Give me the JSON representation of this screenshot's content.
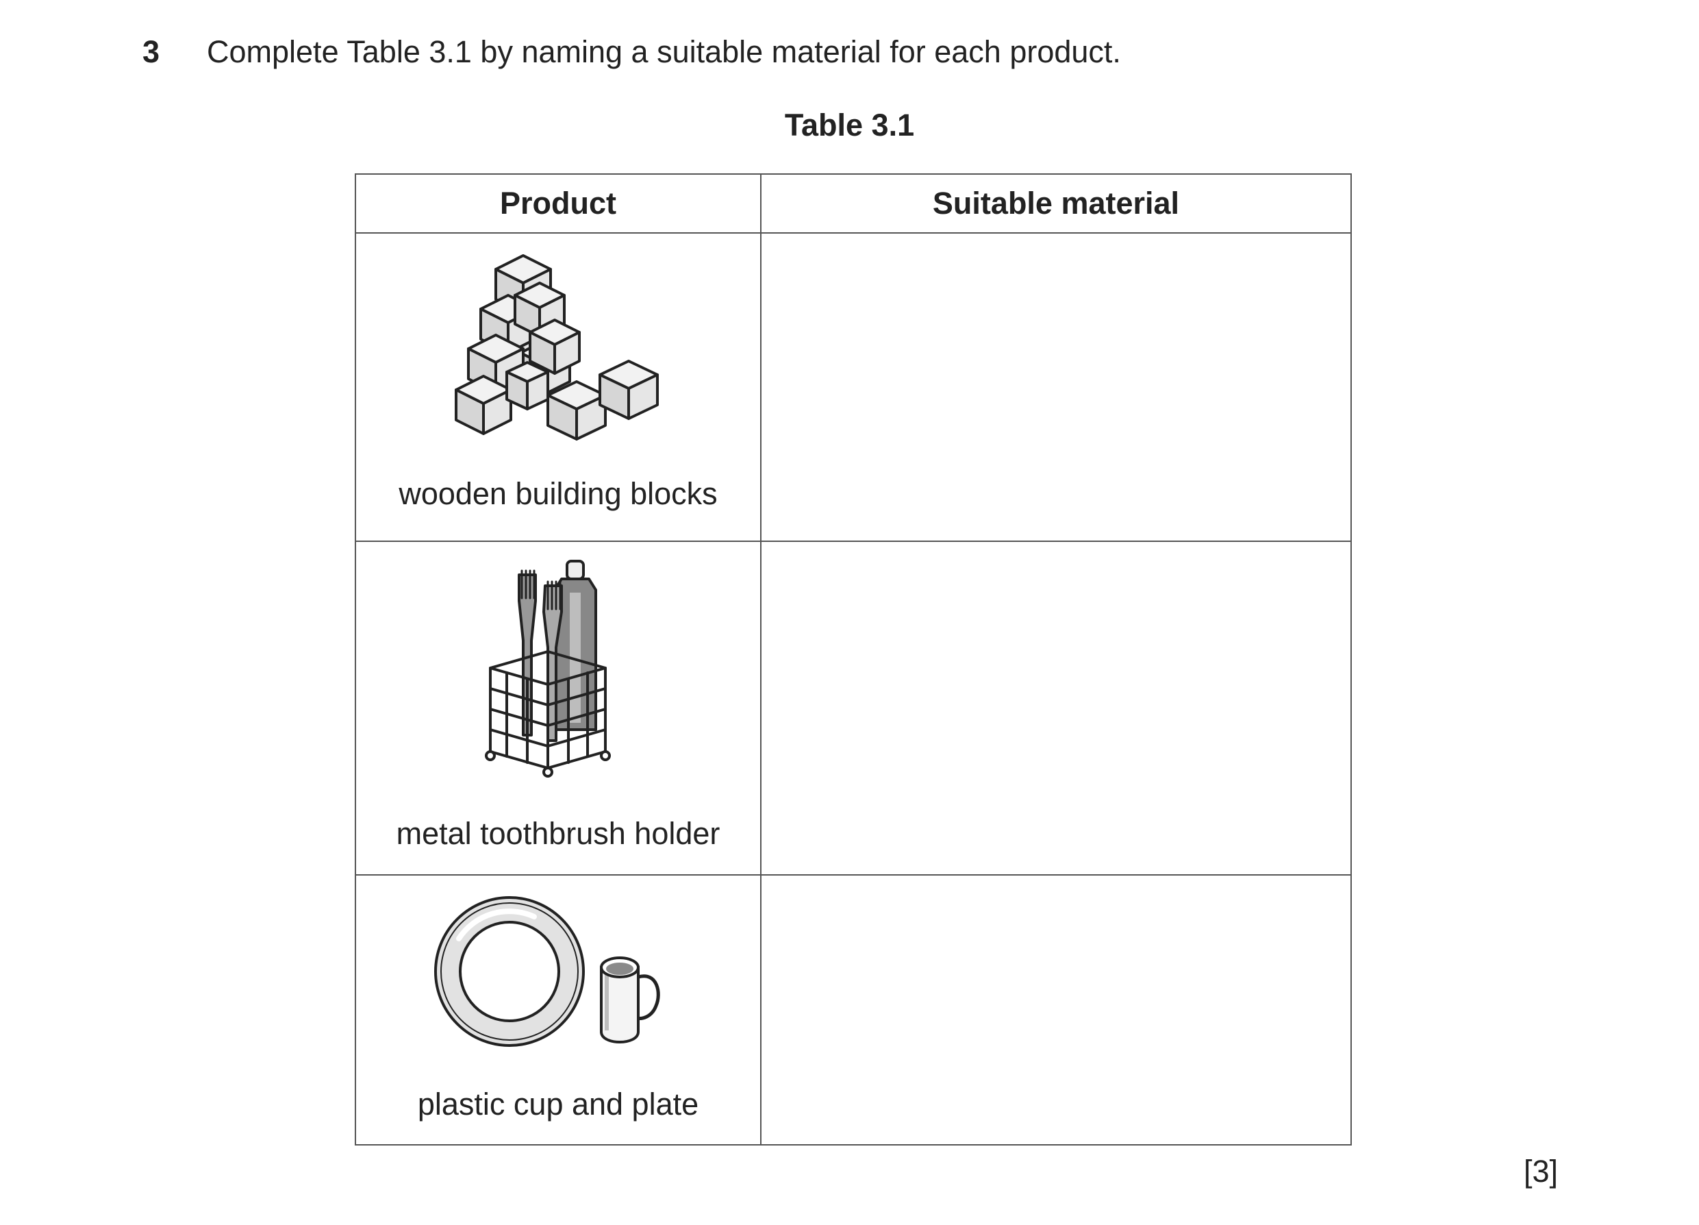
{
  "question": {
    "number": "3",
    "text": "Complete Table 3.1 by naming a suitable material for each product."
  },
  "table": {
    "caption": "Table 3.1",
    "headers": [
      "Product",
      "Suitable material"
    ],
    "rows": [
      {
        "product": "wooden building blocks",
        "icon": "building-blocks-icon",
        "material": ""
      },
      {
        "product": "metal toothbrush holder",
        "icon": "toothbrush-holder-icon",
        "material": ""
      },
      {
        "product": "plastic cup and plate",
        "icon": "cup-and-plate-icon",
        "material": ""
      }
    ]
  },
  "marks": "[3]"
}
